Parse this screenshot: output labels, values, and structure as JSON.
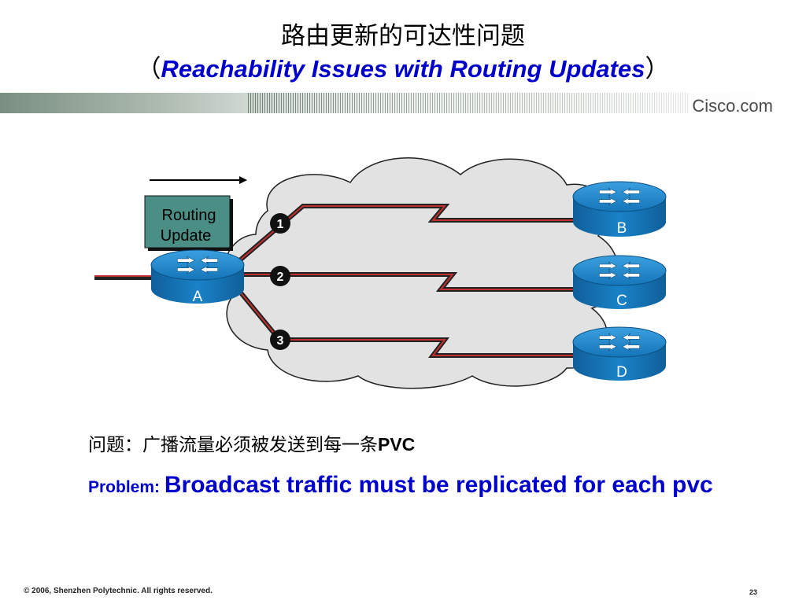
{
  "title": {
    "chinese": "路由更新的可达性问题",
    "open_paren": "（",
    "english": "Reachability Issues with Routing Updates",
    "close_paren": "）"
  },
  "brand": "Cisco.com",
  "diagram": {
    "update_box": {
      "line1": "Routing",
      "line2": "Update"
    },
    "routers": {
      "a": "A",
      "b": "B",
      "c": "C",
      "d": "D"
    },
    "pvcs": [
      "1",
      "2",
      "3"
    ]
  },
  "problem": {
    "chinese": "问题：广播流量必须被发送到每一条",
    "chinese_suffix": "PVC",
    "label": "Problem: ",
    "english": "Broadcast traffic must be replicated for each pvc"
  },
  "footer": {
    "copyright": "© 2006, Shenzhen Polytechnic. All rights reserved.",
    "page": "23"
  },
  "colors": {
    "title_blue": "#0000cc",
    "pvc_link": "#c03030",
    "router_blue": "#1a7fc0",
    "cloud_fill": "#e2e2e2",
    "update_box": "#4a8e86"
  }
}
